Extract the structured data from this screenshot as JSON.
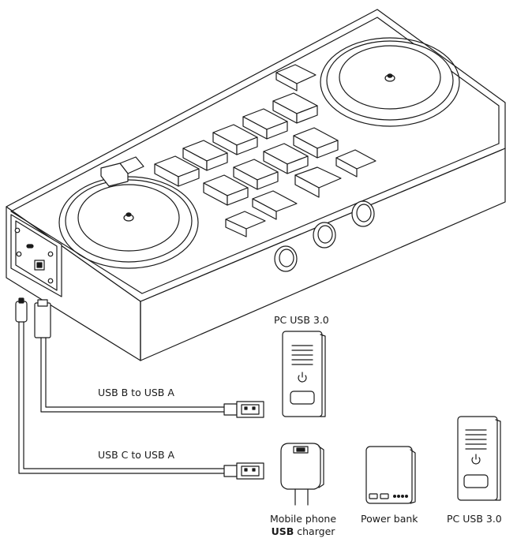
{
  "labels": {
    "pc_top": "PC USB 3.0",
    "cable_b": "USB B to USB A",
    "cable_c": "USB C to USB A",
    "phone_line1": "Mobile phone",
    "phone_usb": "USB",
    "phone_charger": " charger",
    "power_bank": "Power bank",
    "pc_bottom": "PC USB 3.0"
  },
  "icons": {
    "power": "power-icon",
    "usb_a_plug": "usb-a-plug-icon",
    "usb_b_plug": "usb-b-plug-icon",
    "usb_c_plug": "usb-c-plug-icon"
  }
}
